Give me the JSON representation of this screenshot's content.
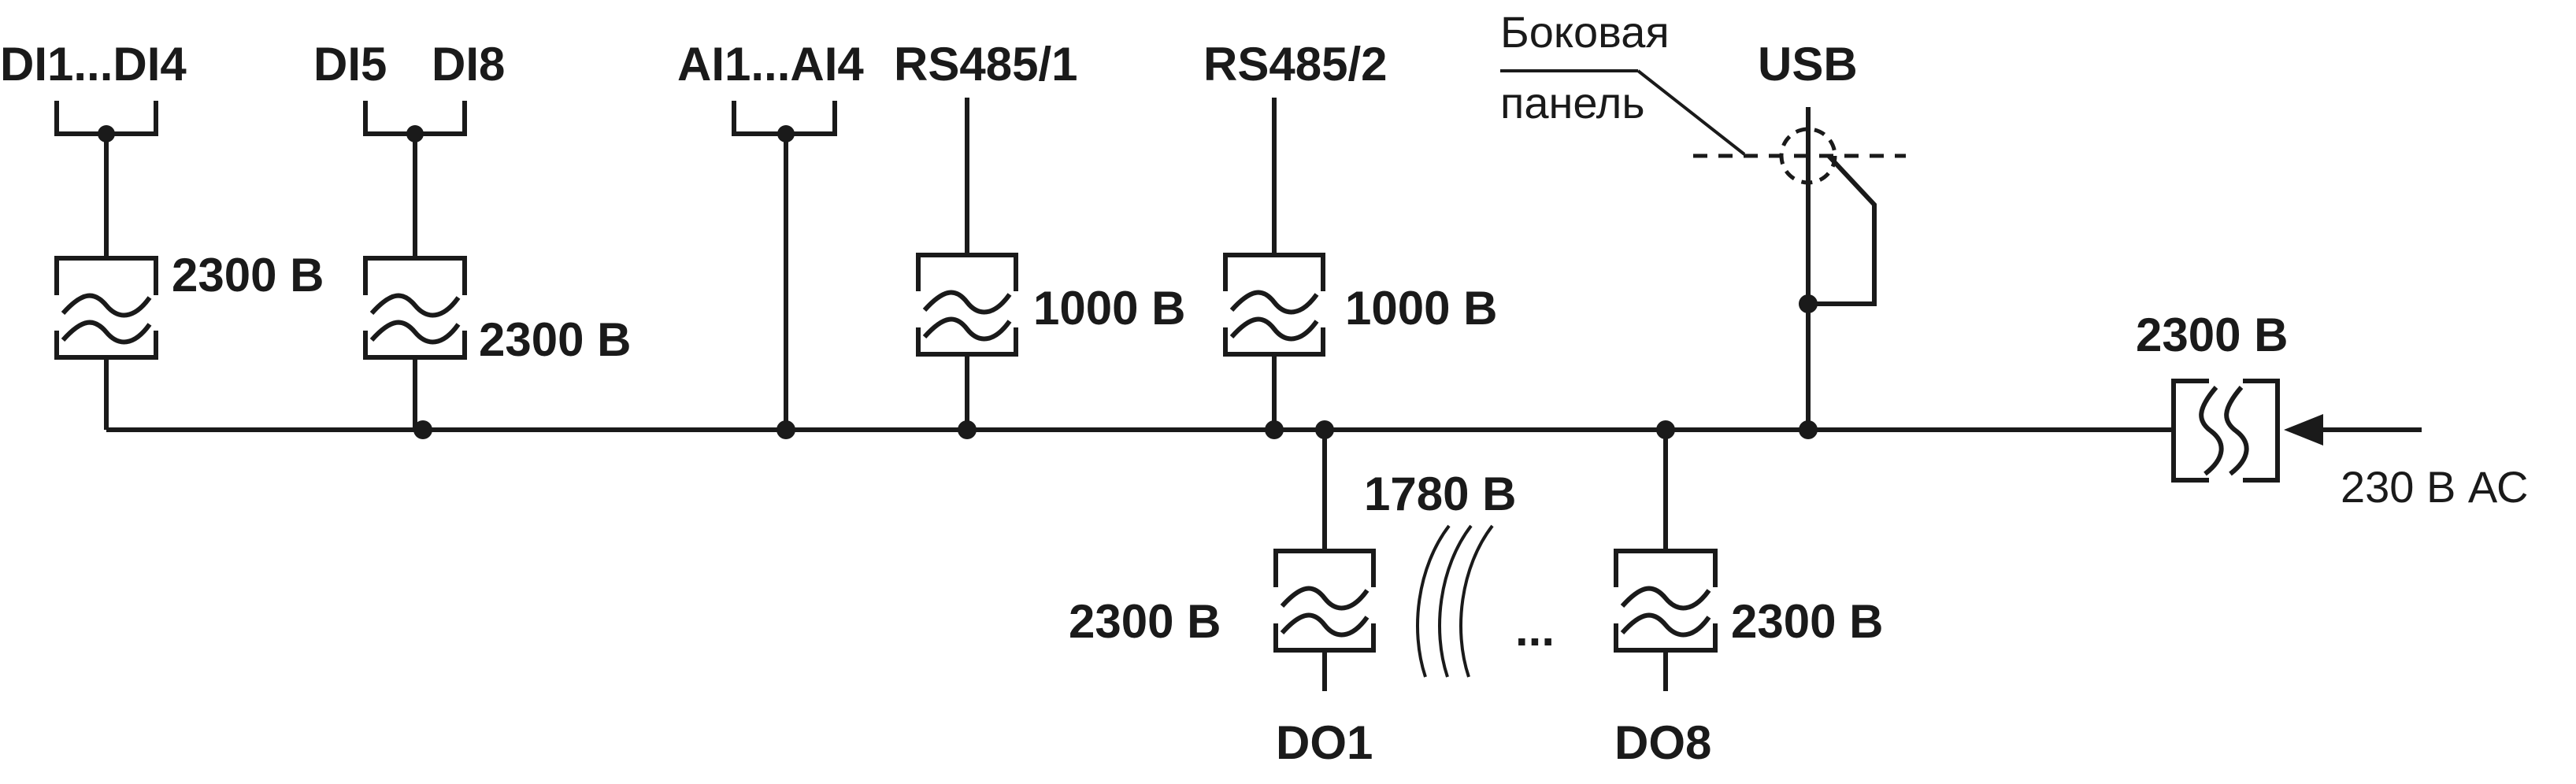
{
  "ports": {
    "di1_4": "DI1...DI4",
    "di5": "DI5",
    "di8": "DI8",
    "ai1_4": "AI1...AI4",
    "rs485_1": "RS485/1",
    "rs485_2": "RS485/2",
    "usb": "USB",
    "do1": "DO1",
    "do8": "DO8"
  },
  "side_panel": {
    "line1": "Боковая",
    "line2": "панель"
  },
  "isolation": {
    "di1_4": "2300 В",
    "di5_8": "2300 В",
    "rs485_1": "1000 В",
    "rs485_2": "1000 В",
    "power": "2300 В",
    "do1": "2300 В",
    "do8": "2300 В",
    "do_between": "1780 В"
  },
  "power_input": "230 В АС",
  "ellipsis": "..."
}
